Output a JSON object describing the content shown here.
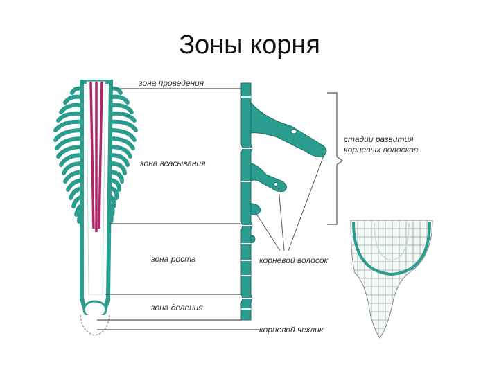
{
  "slide": {
    "title": "Зоны корня"
  },
  "labels": {
    "zone_conduction": "зона проведения",
    "zone_absorption": "зона всасывания",
    "zone_growth": "зона роста",
    "zone_division": "зона деления",
    "root_hair_stages_line1": "стадии развития",
    "root_hair_stages_line2": "корневых волосков",
    "root_hair": "корневой волосок",
    "root_cap": "корневой чехлик"
  },
  "colors": {
    "tissue_teal": "#2a9d8f",
    "tissue_dark": "#1d6f66",
    "vascular_magenta": "#b3246b",
    "line_gray": "#555555",
    "text_gray": "#333333"
  }
}
